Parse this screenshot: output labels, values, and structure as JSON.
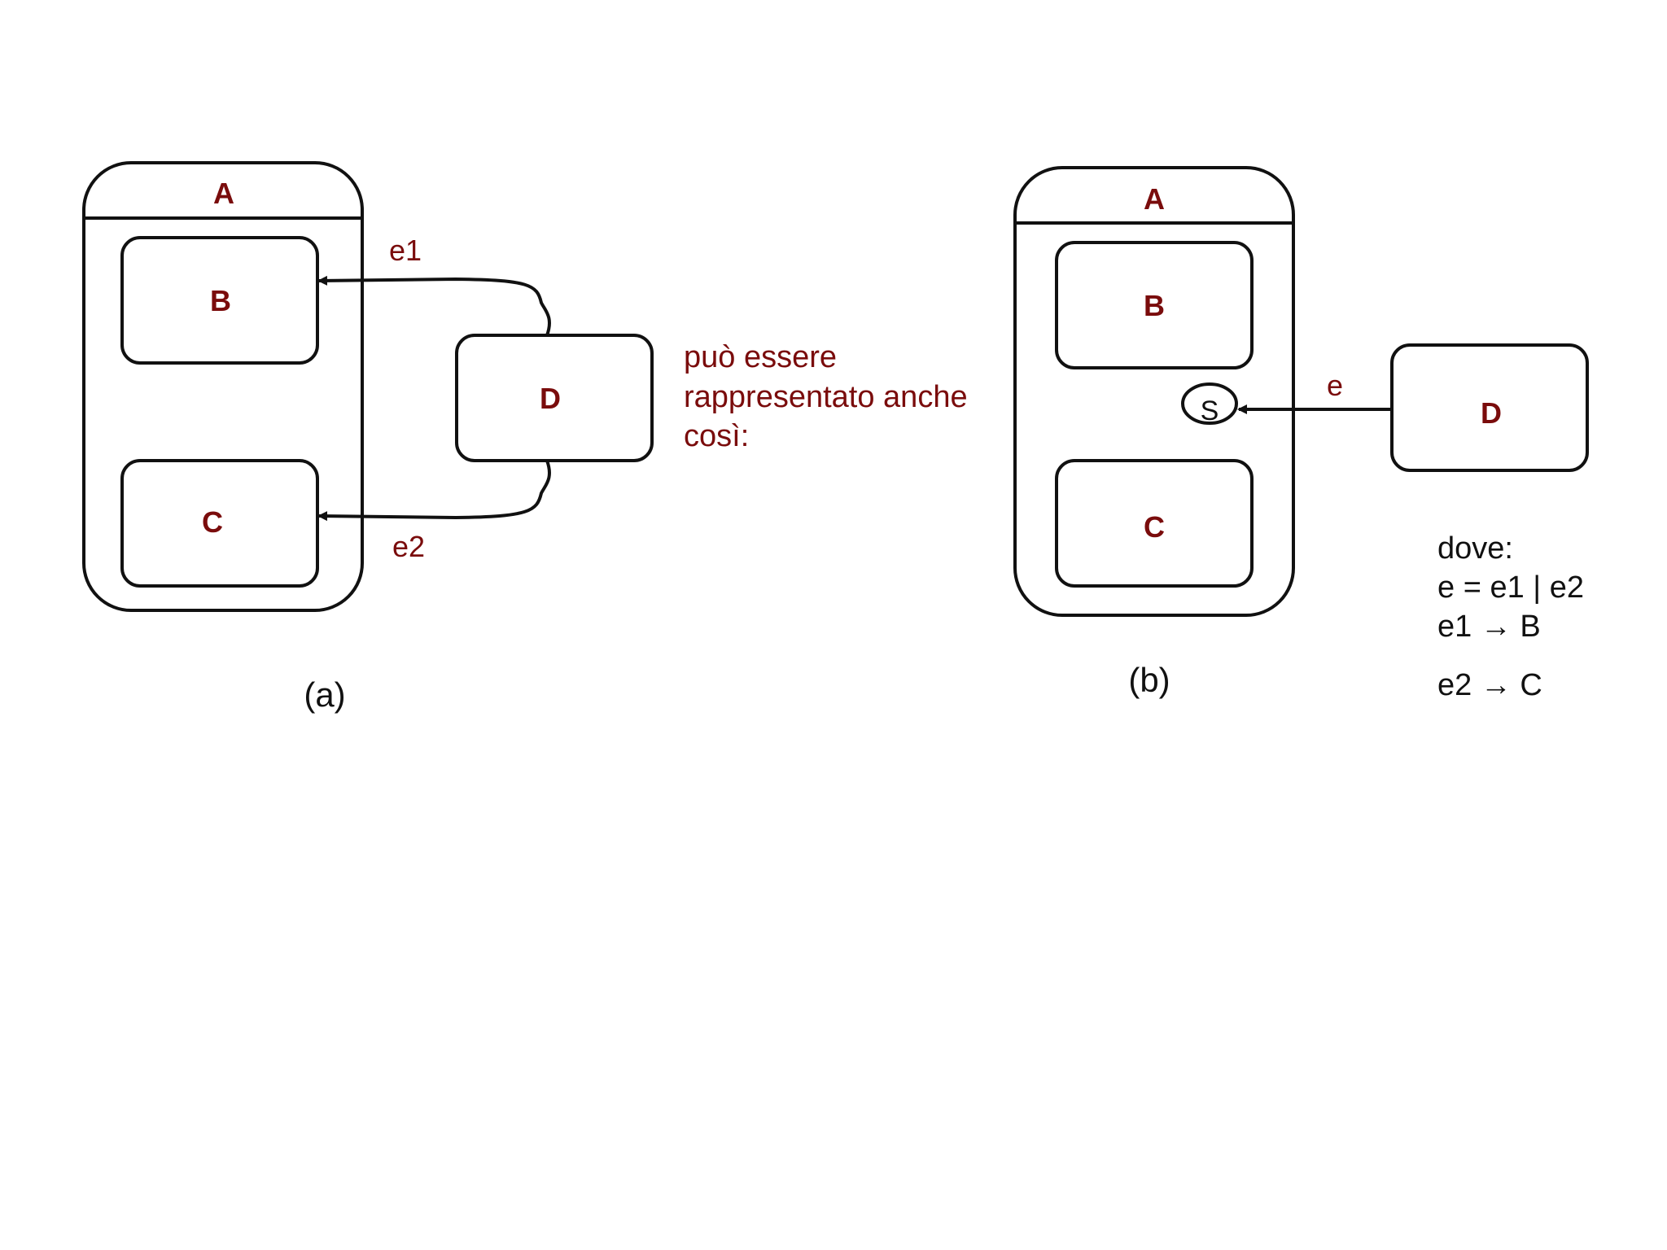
{
  "diagram_a": {
    "state_a": "A",
    "state_b": "B",
    "state_c": "C",
    "state_d": "D",
    "event_e1": "e1",
    "event_e2": "e2",
    "caption": "(a)"
  },
  "note": {
    "line1": "può essere",
    "line2": "rappresentato anche",
    "line3": "così:"
  },
  "diagram_b": {
    "state_a": "A",
    "state_b": "B",
    "state_c": "C",
    "state_d": "D",
    "selector": "S",
    "event_e": "e",
    "caption": "(b)"
  },
  "where": {
    "line1": "dove:",
    "line2": "e = e1 | e2",
    "line3": "e1 → B",
    "line4": "e2 → C"
  },
  "colors": {
    "label": "#7a0c0c",
    "stroke": "#111111"
  }
}
